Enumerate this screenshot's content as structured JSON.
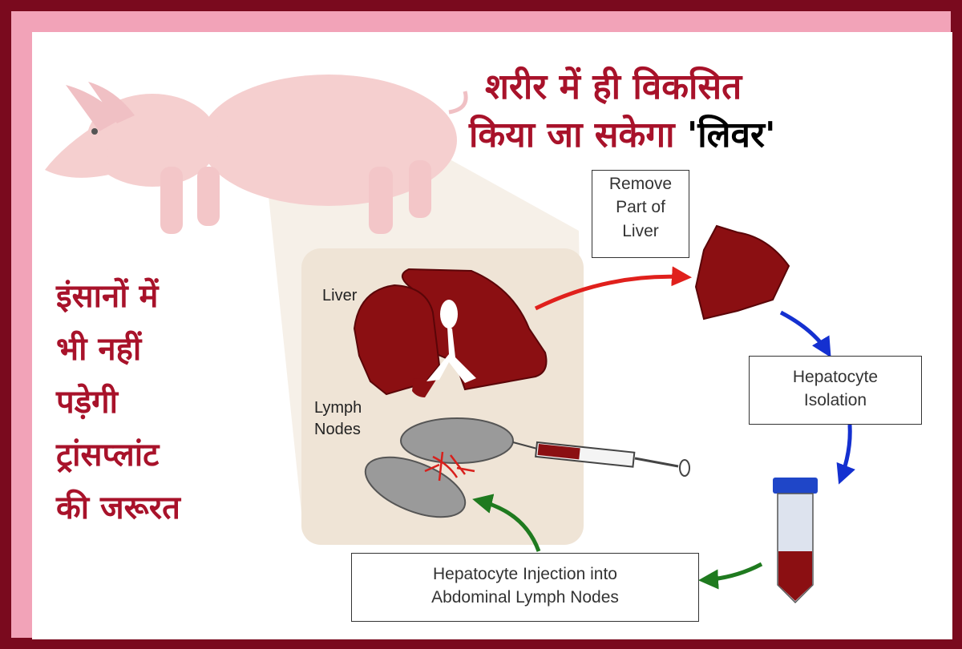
{
  "headline": {
    "line1": "शरीर में ही विकसित",
    "line2_prefix": "किया जा सकेगा ",
    "line2_quoted": "'लिवर'"
  },
  "side_text": {
    "line1": "इंसानों में",
    "line2": "भी नहीं",
    "line3": "पड़ेगी",
    "line4": "ट्रांसप्लांट",
    "line5": "की जरूरत"
  },
  "diagram": {
    "remove_box": [
      "Remove",
      "Part of",
      "Liver"
    ],
    "isolation_box": [
      "Hepatocyte",
      "Isolation"
    ],
    "injection_box": [
      "Hepatocyte Injection into",
      "Abdominal Lymph Nodes"
    ],
    "liver_label": "Liver",
    "lymph_label": [
      "Lymph",
      "Nodes"
    ]
  },
  "colors": {
    "frame": "#7a0a1e",
    "mat": "#f2a3b8",
    "headline_red": "#a8122a",
    "liver": "#8b0f12",
    "arrow_red": "#e0201c",
    "arrow_blue": "#1430d0",
    "arrow_green": "#1f7a1f",
    "panel": "#efe4d6"
  }
}
